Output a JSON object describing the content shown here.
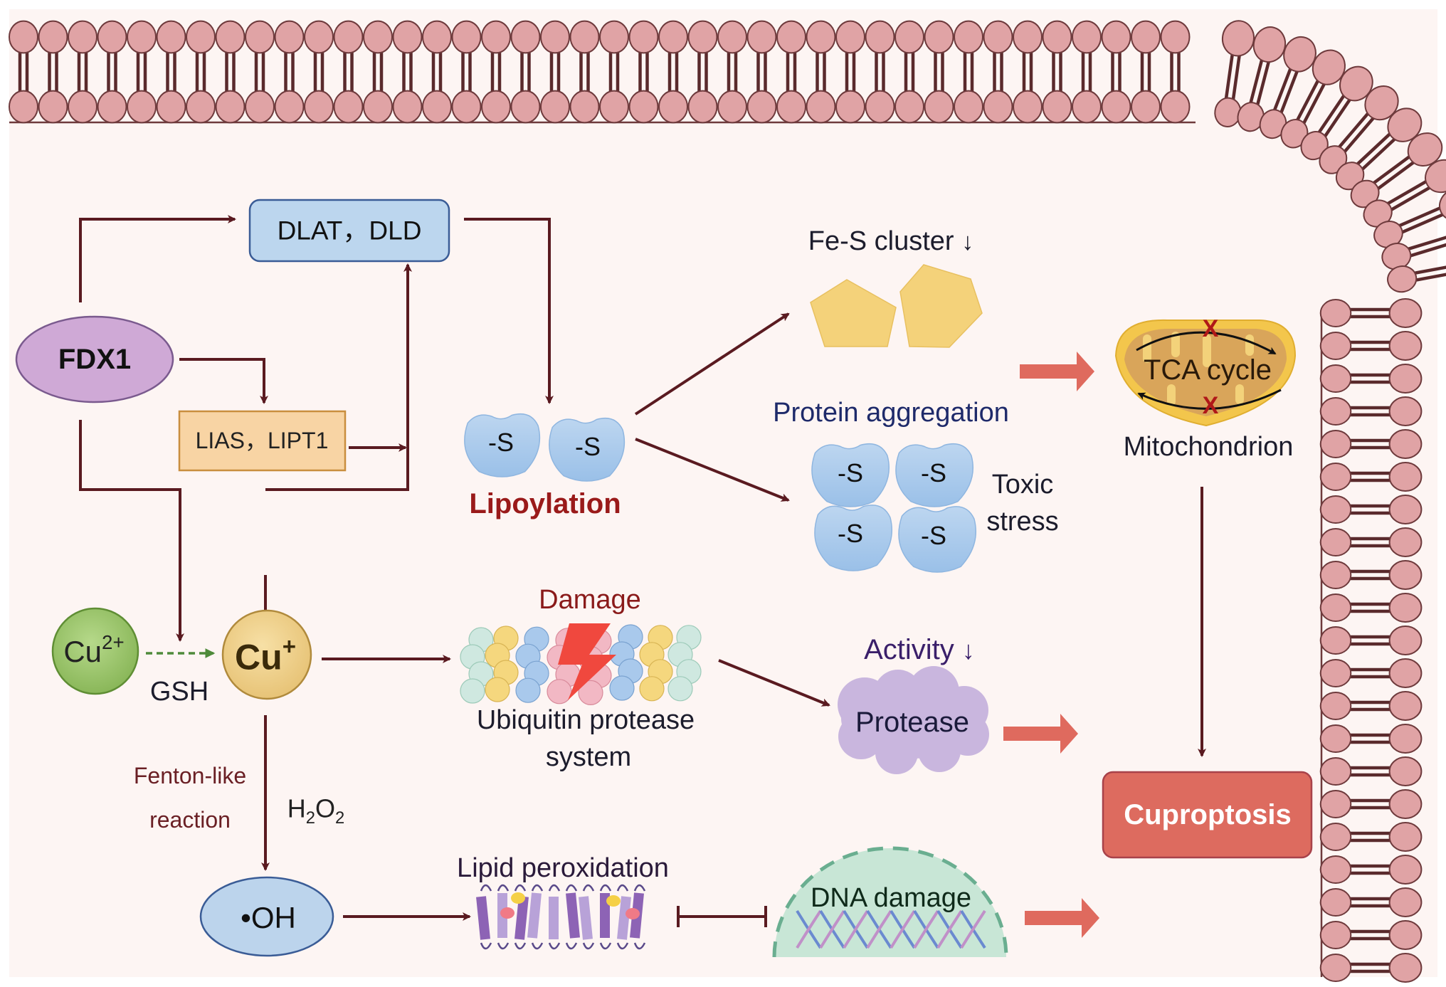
{
  "figure": {
    "title": "Mechanism of cuproptosis",
    "colors": {
      "background": "#fdf5f3",
      "membrane_head": "#e0a3a5",
      "membrane_stroke": "#6e3a3c",
      "connector": "#5a1a20",
      "big_arrow": "#df6a5e",
      "cuproptosis_box": "#dd6b5f",
      "dlat_box": "#bcd6ee",
      "lias_box": "#f8d4a4",
      "fdx1": "#cfa9d6",
      "cu2": "#9cc46a",
      "cu1": "#f0d28a",
      "oh": "#bcd4ec",
      "protein": "#a9c9ec",
      "fes_cluster": "#f6d478",
      "mitochondrion": "#f3c64c",
      "protease": "#c9b6de",
      "dna_dome": "#c8e6d6"
    }
  },
  "nodes": {
    "dlat_dld": "DLAT，DLD",
    "fdx1": "FDX1",
    "lias_lipt1": "LIAS，LIPT1",
    "protein_s_label": "-S",
    "lipoylation": "Lipoylation",
    "fes_cluster": "Fe-S cluster",
    "protein_aggregation": "Protein aggregation",
    "toxic_stress_line1": "Toxic",
    "toxic_stress_line2": "stress",
    "tca_cycle": "TCA cycle",
    "mitochondrion": "Mitochondrion",
    "cu2_base": "Cu",
    "cu2_charge": "2+",
    "cu1_base": "Cu",
    "cu1_charge": "+",
    "gsh": "GSH",
    "damage": "Damage",
    "ubiquitin_line1": "Ubiquitin protease",
    "ubiquitin_line2": "system",
    "activity": "Activity",
    "protease": "Protease",
    "fenton_line1": "Fenton-like",
    "fenton_line2": "reaction",
    "h2o2_h": "H",
    "h2o2_2a": "2",
    "h2o2_o": "O",
    "h2o2_2b": "2",
    "oh_radical": "•OH",
    "lipid_peroxidation": "Lipid peroxidation",
    "dna_damage": "DNA damage",
    "cuproptosis": "Cuproptosis",
    "decrease_arrow": "↓",
    "inhibition_mark": "X"
  }
}
